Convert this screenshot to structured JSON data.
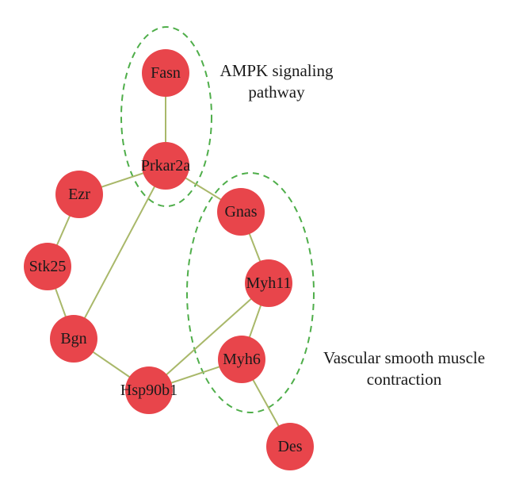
{
  "colors": {
    "node_fill": "#e8454b",
    "edge": "#a9b86a",
    "group_outline": "#4fae4a"
  },
  "nodes": [
    {
      "id": "fasn",
      "label": "Fasn"
    },
    {
      "id": "prkar2a",
      "label": "Prkar2a"
    },
    {
      "id": "ezr",
      "label": "Ezr"
    },
    {
      "id": "stk25",
      "label": "Stk25"
    },
    {
      "id": "bgn",
      "label": "Bgn"
    },
    {
      "id": "hsp90b1",
      "label": "Hsp90b1"
    },
    {
      "id": "gnas",
      "label": "Gnas"
    },
    {
      "id": "myh11",
      "label": "Myh11"
    },
    {
      "id": "myh6",
      "label": "Myh6"
    },
    {
      "id": "des",
      "label": "Des"
    }
  ],
  "edges": [
    [
      "fasn",
      "prkar2a"
    ],
    [
      "prkar2a",
      "ezr"
    ],
    [
      "prkar2a",
      "gnas"
    ],
    [
      "prkar2a",
      "bgn"
    ],
    [
      "ezr",
      "stk25"
    ],
    [
      "stk25",
      "bgn"
    ],
    [
      "bgn",
      "hsp90b1"
    ],
    [
      "hsp90b1",
      "myh11"
    ],
    [
      "hsp90b1",
      "myh6"
    ],
    [
      "gnas",
      "myh11"
    ],
    [
      "myh11",
      "myh6"
    ],
    [
      "myh6",
      "des"
    ]
  ],
  "groups": [
    {
      "id": "ampk",
      "label_lines": [
        "AMPK signaling",
        "pathway"
      ]
    },
    {
      "id": "vascular",
      "label_lines": [
        "Vascular smooth muscle",
        "contraction"
      ]
    }
  ]
}
